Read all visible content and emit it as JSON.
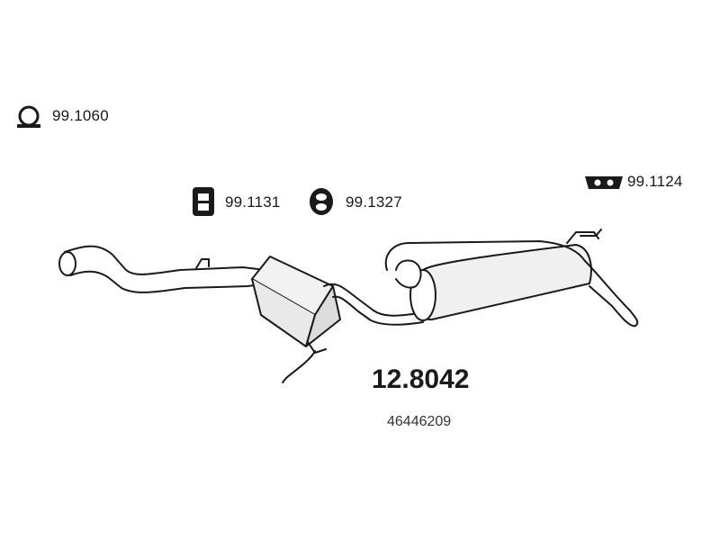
{
  "parts": {
    "clamp": {
      "code": "99.1060",
      "icon": "pipe-clamp-icon"
    },
    "rubber_mount_square": {
      "code": "99.1131",
      "icon": "rubber-mount-square-icon"
    },
    "rubber_mount_ring": {
      "code": "99.1327",
      "icon": "rubber-ring-icon"
    },
    "bracket": {
      "code": "99.1124",
      "icon": "mounting-bracket-icon"
    }
  },
  "product": {
    "code": "12.8042",
    "oem_number": "46446209"
  },
  "colors": {
    "line": "#1a1a1a",
    "shade": "#e6e6e6",
    "background": "#ffffff"
  }
}
